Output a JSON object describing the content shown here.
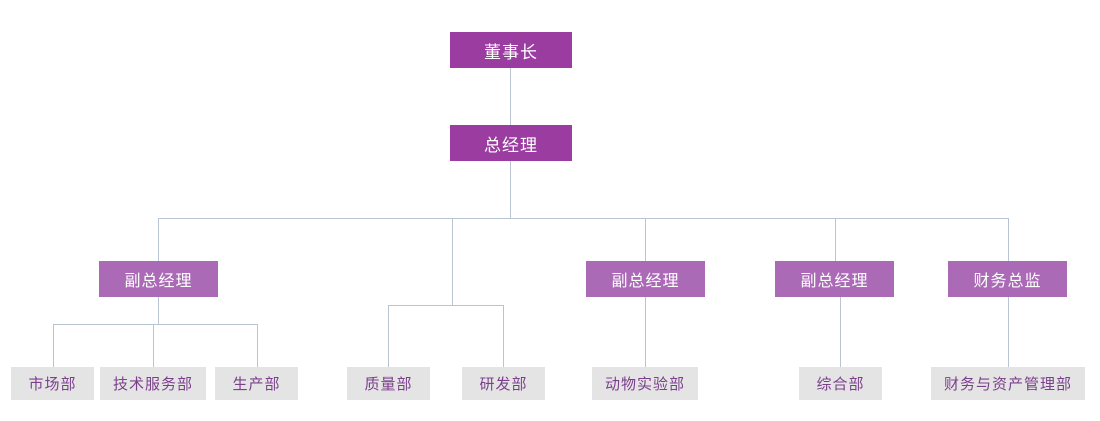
{
  "chart_type": "organization-chart",
  "colors": {
    "executive_box": "#9B3CA0",
    "vp_box": "#AA6AB6",
    "department_box": "#E4E4E4",
    "department_text": "#7B3F8C",
    "connector": "#B9C6D2",
    "background": "#FFFFFF"
  },
  "levels": {
    "level1": {
      "chairman": "董事长"
    },
    "level2": {
      "general_manager": "总经理"
    },
    "level3": {
      "vp1": "副总经理",
      "vp2": "副总经理",
      "vp3": "副总经理",
      "cfo": "财务总监"
    },
    "level4": {
      "dept1": "市场部",
      "dept2": "技术服务部",
      "dept3": "生产部",
      "dept4": "质量部",
      "dept5": "研发部",
      "dept6": "动物实验部",
      "dept7": "综合部",
      "dept8": "财务与资产管理部"
    }
  }
}
